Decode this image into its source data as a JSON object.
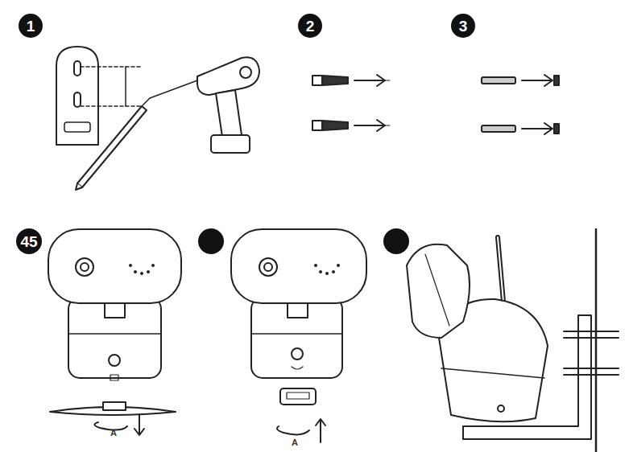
{
  "diagram": {
    "labels": [
      "1",
      "2",
      "3",
      "45",
      "A",
      "A"
    ]
  }
}
